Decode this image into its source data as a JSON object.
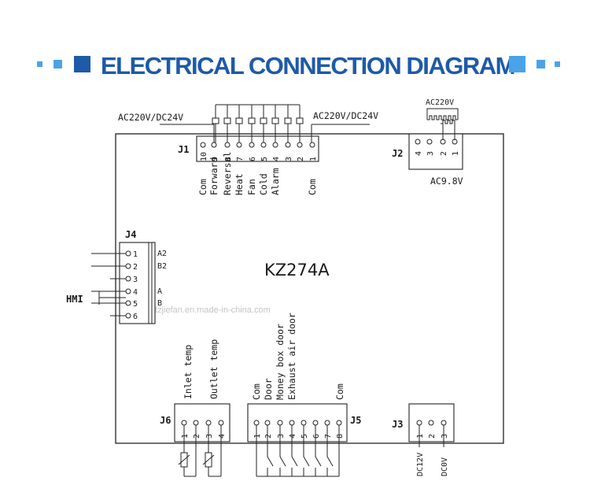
{
  "header": {
    "title": "ELECTRICAL CONNECTION DIAGRAM",
    "accent_dark": "#1e5aa8",
    "accent_light": "#4aa3e8"
  },
  "board": {
    "model": "KZ274A",
    "watermark": "https://tzjiefan.en.made-in-china.com"
  },
  "j1": {
    "label": "J1",
    "supply_left": "AC220V/DC24V",
    "supply_right": "AC220V/DC24V",
    "pins": [
      "10",
      "9",
      "8",
      "7",
      "6",
      "5",
      "4",
      "3",
      "2",
      "1"
    ],
    "signals": [
      "Com",
      "Forward",
      "Reversal",
      "Heat",
      "Fan",
      "Cold",
      "Alarm",
      "",
      "",
      "Com"
    ]
  },
  "j2": {
    "label": "J2",
    "pins": [
      "4",
      "3",
      "2",
      "1"
    ],
    "supply_top": "AC220V",
    "output": "AC9.8V"
  },
  "j4": {
    "label": "J4",
    "pins": [
      "1",
      "2",
      "3",
      "4",
      "5",
      "6"
    ],
    "side_labels": [
      "A2",
      "B2",
      "",
      "A",
      "B",
      ""
    ],
    "interface": "HMI"
  },
  "j6": {
    "label": "J6",
    "pins": [
      "1",
      "2",
      "3",
      "4"
    ],
    "signals": [
      "Inlet temp",
      "Outlet temp"
    ]
  },
  "j5": {
    "label": "J5",
    "pins": [
      "1",
      "2",
      "3",
      "4",
      "5",
      "6",
      "7",
      "8"
    ],
    "signals": [
      "Com",
      "Door",
      "Money box door",
      "Exhaust air door",
      "",
      "",
      "",
      "Com"
    ]
  },
  "j3": {
    "label": "J3",
    "pins": [
      "1",
      "2",
      "3"
    ],
    "signals": [
      "DC12V",
      "DC0V"
    ]
  }
}
